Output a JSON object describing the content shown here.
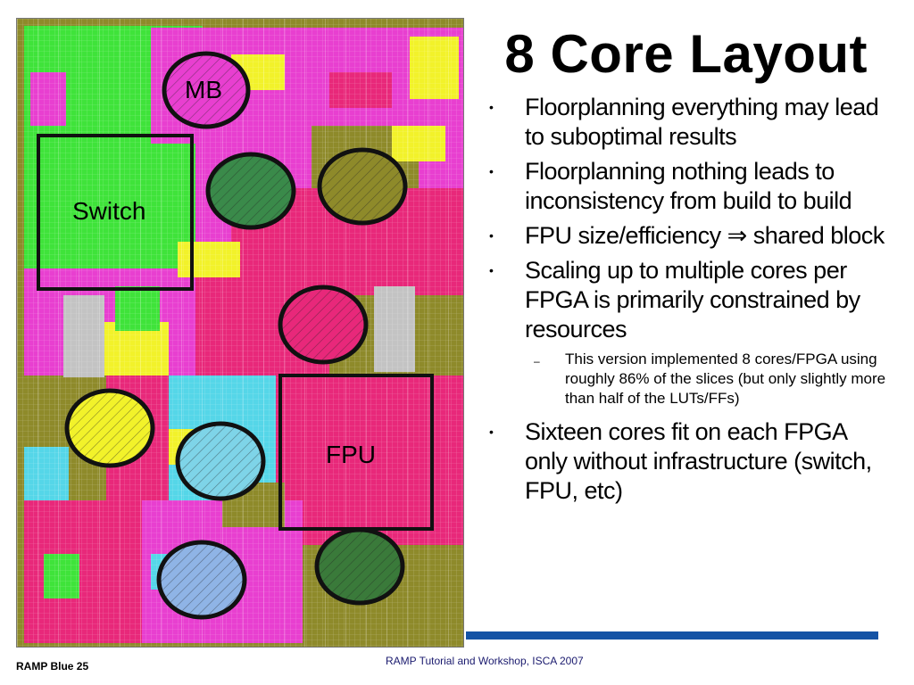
{
  "slide": {
    "title": "8 Core Layout",
    "bullets": [
      {
        "text": "Floorplanning everything may lead to suboptimal results"
      },
      {
        "text": "Floorplanning nothing leads to inconsistency from build to build"
      },
      {
        "text": "FPU size/efficiency ⇒ shared block"
      },
      {
        "text": "Scaling up to multiple cores per FPGA is primarily constrained by resources",
        "sub": "This version implemented 8 cores/FPGA using roughly 86% of the slices (but only slightly more than half of the LUTs/FFs)"
      },
      {
        "text": "Sixteen cores fit on each FPGA only without infrastructure (switch, FPU, etc)"
      }
    ],
    "bullet_glyph": "•",
    "sub_glyph": "–",
    "footer_left": "RAMP Blue 25",
    "footer_center": "RAMP Tutorial and Workshop, ISCA 2007"
  },
  "floorplan": {
    "labels": {
      "mb": "MB",
      "switch": "Switch",
      "fpu": "FPU"
    },
    "region_colors": {
      "magenta": "#e83fd0",
      "green": "#3fe33a",
      "olive": "#8e8a2a",
      "pink": "#e8287a",
      "yellow": "#f2f22a",
      "cyan": "#55d6e8",
      "light_blue": "#8fb4e6",
      "dark_green": "#3a7a3a",
      "gray": "#c3c3c3"
    },
    "accent": "#1453a5"
  }
}
